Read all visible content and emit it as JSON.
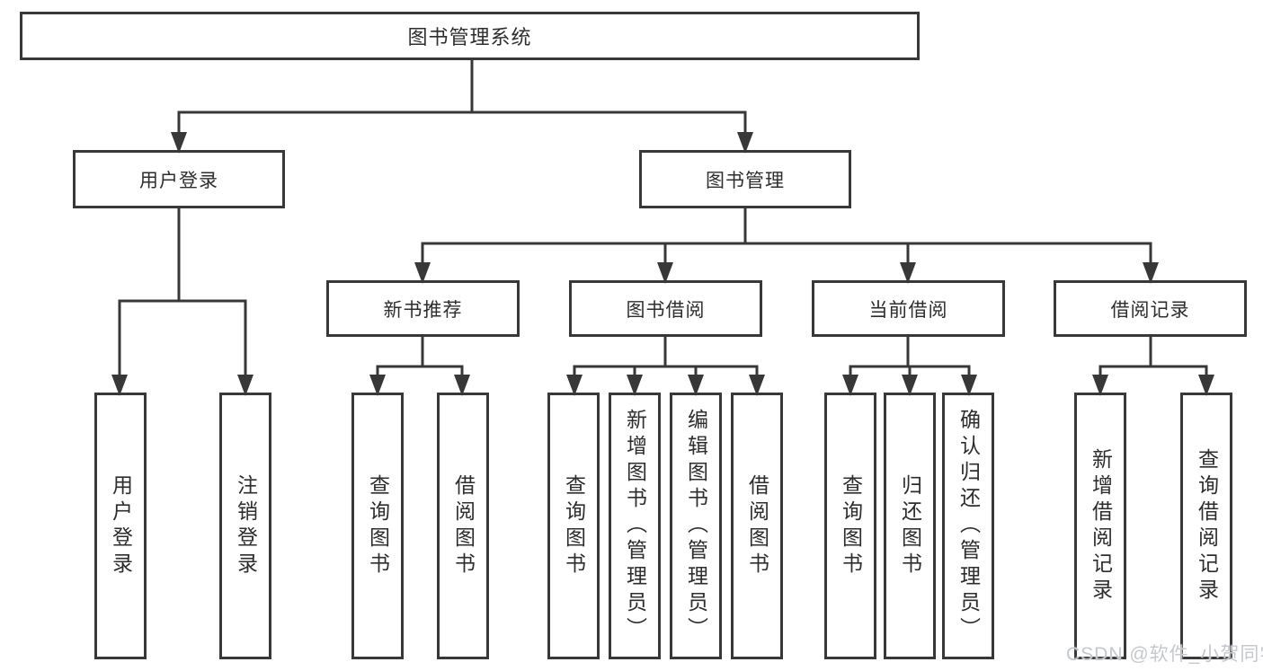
{
  "diagram": {
    "title": "图书管理系统",
    "watermark": "CSDN @软件_小贺同学",
    "colors": {
      "line": "#383838",
      "text": "#2d2d2d",
      "background": "#ffffff",
      "watermark": "#c5c8cc"
    },
    "tree": {
      "label": "图书管理系统",
      "children": [
        {
          "label": "用户登录",
          "children": [
            {
              "label": "用户登录"
            },
            {
              "label": "注销登录"
            }
          ]
        },
        {
          "label": "图书管理",
          "children": [
            {
              "label": "新书推荐",
              "children": [
                {
                  "label": "查询图书"
                },
                {
                  "label": "借阅图书"
                }
              ]
            },
            {
              "label": "图书借阅",
              "children": [
                {
                  "label": "查询图书"
                },
                {
                  "label": "新增图书（管理员）"
                },
                {
                  "label": "编辑图书（管理员）"
                },
                {
                  "label": "借阅图书"
                }
              ]
            },
            {
              "label": "当前借阅",
              "children": [
                {
                  "label": "查询图书"
                },
                {
                  "label": "归还图书"
                },
                {
                  "label": "确认归还（管理员）"
                }
              ]
            },
            {
              "label": "借阅记录",
              "children": [
                {
                  "label": "新增借阅记录"
                },
                {
                  "label": "查询借阅记录"
                }
              ]
            }
          ]
        }
      ]
    }
  }
}
